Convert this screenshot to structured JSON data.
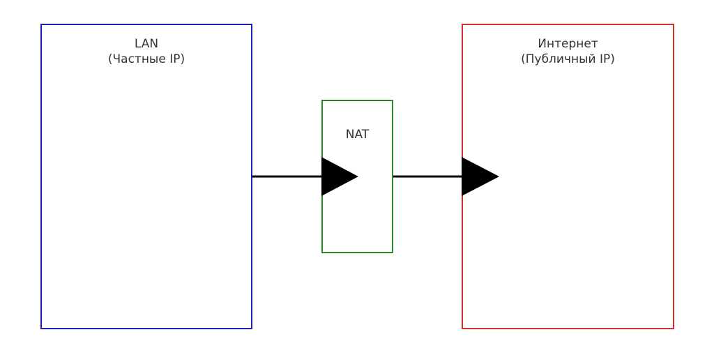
{
  "nodes": {
    "lan": {
      "title": "LAN",
      "subtitle": "(Частные IP)",
      "color": "#1f1fb4"
    },
    "nat": {
      "title": "NAT",
      "color": "#2a8a2a"
    },
    "internet": {
      "title": "Интернет",
      "subtitle": "(Публичный IP)",
      "color": "#d62c2c"
    }
  },
  "edges": [
    {
      "from": "lan",
      "to": "nat"
    },
    {
      "from": "nat",
      "to": "internet"
    }
  ],
  "colors": {
    "arrow": "#000000",
    "label_text": "#333333"
  }
}
